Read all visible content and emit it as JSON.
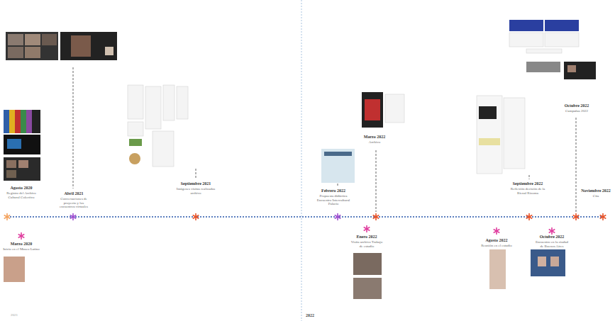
{
  "diagram": {
    "labels": [
      "Agosto 2020",
      "Registro del Archivo Cultural Colectivo",
      "Marzo 2020",
      "Inicio en el Museo Latino",
      "Abril 2021",
      "Conversaciones de proyecto y los encuentros virtuales",
      "Septiembre 2021",
      "Imágenes visitas realizadas archivo",
      "Febrero 2022",
      "Propuesta didáctica Encuentro Intercultural Palacio",
      "Enero 2022",
      "Visita archivo Trabajo de estudio",
      "Marzo 2022",
      "Archivo",
      "Agosto 2022",
      "Reunión en el estudio",
      "Septiembre 2022",
      "Reflexión decisión de la Bienal Rizoma",
      "Octubre 2022",
      "Encuentro en la ciudad de Buenos Aires",
      "Octubre 2022",
      "Campañas 2022",
      "Noviembre 2022",
      "Cita",
      "2021",
      "2022"
    ]
  }
}
